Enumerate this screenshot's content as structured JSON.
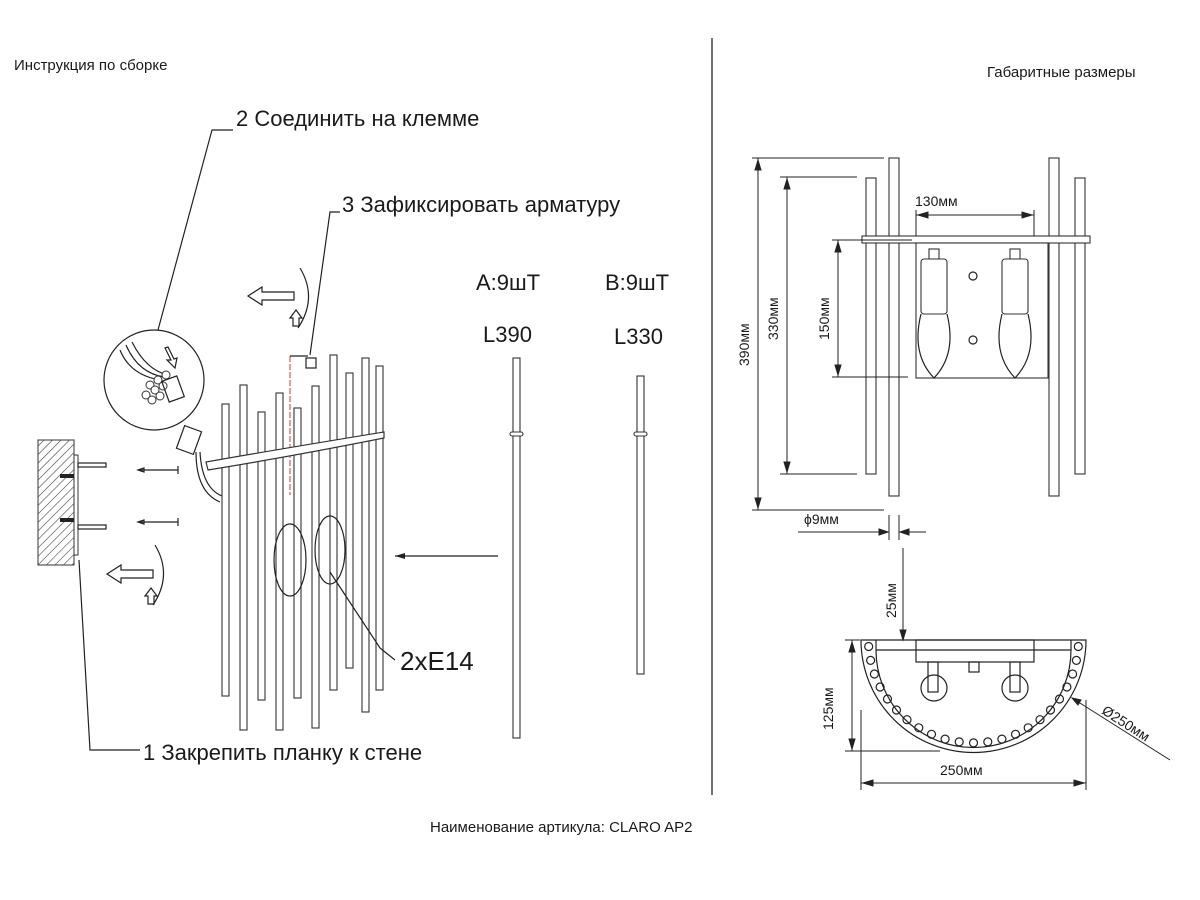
{
  "sections": {
    "assembly_title": "Инструкция по сборке",
    "dimensions_title": "Габаритные размеры"
  },
  "steps": [
    {
      "label": "1 Закрепить планку к стене"
    },
    {
      "label": "2 Соединить на клемме"
    },
    {
      "label": "3 Зафиксировать арматуру"
    }
  ],
  "parts": {
    "rod_a": {
      "qty": "A:9шТ",
      "length": "L390"
    },
    "rod_b": {
      "qty": "B:9шТ",
      "length": "L330"
    },
    "bulbs": "2xE14"
  },
  "dimensions": {
    "height_total": "390мм",
    "height_short": "330мм",
    "plate_height": "150мм",
    "socket_spacing": "130мм",
    "rod_diameter": "ϕ9мм",
    "wall_offset": "25мм",
    "depth": "125мм",
    "width": "250мм",
    "diameter": "Ø250мм"
  },
  "footer": {
    "article": "Наименование артикула: CLARO AP2"
  }
}
